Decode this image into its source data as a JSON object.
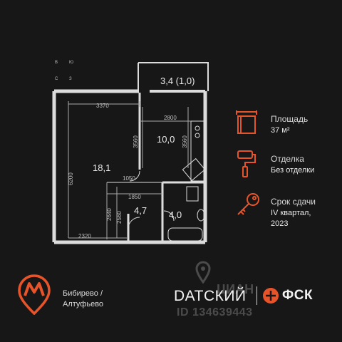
{
  "compass": {
    "n": "В",
    "e": "Ю",
    "s": "С",
    "w": "З"
  },
  "plan": {
    "rooms": {
      "balcony": "3,4 (1,0)",
      "kitchen": "10,0",
      "living": "18,1",
      "hall": "4,7",
      "bath": "4,0"
    },
    "dims": {
      "d3370": "3370",
      "d2800": "2800",
      "d3560a": "3560",
      "d3560b": "3560",
      "d6200": "6200",
      "d1050": "1050",
      "d1850": "1850",
      "d2640": "2640",
      "d2560": "2560",
      "d2320": "2320"
    }
  },
  "info": {
    "area_label": "Площадь",
    "area_value": "37 м²",
    "finish_label": "Отделка",
    "finish_value": "Без отделки",
    "due_label": "Срок сдачи",
    "due_value_line1": "IV квартал,",
    "due_value_line2": "2023"
  },
  "footer": {
    "metro_line1": "Бибирево /",
    "metro_line2": "Алтуфьево",
    "brand": "DATСКИЙ",
    "fsk": "ФСК",
    "watermark_site": "ЦИАН",
    "watermark_id": "ID 134639443"
  },
  "colors": {
    "accent": "#e8542a",
    "background": "#171717",
    "lines": "#d9d9d9"
  }
}
